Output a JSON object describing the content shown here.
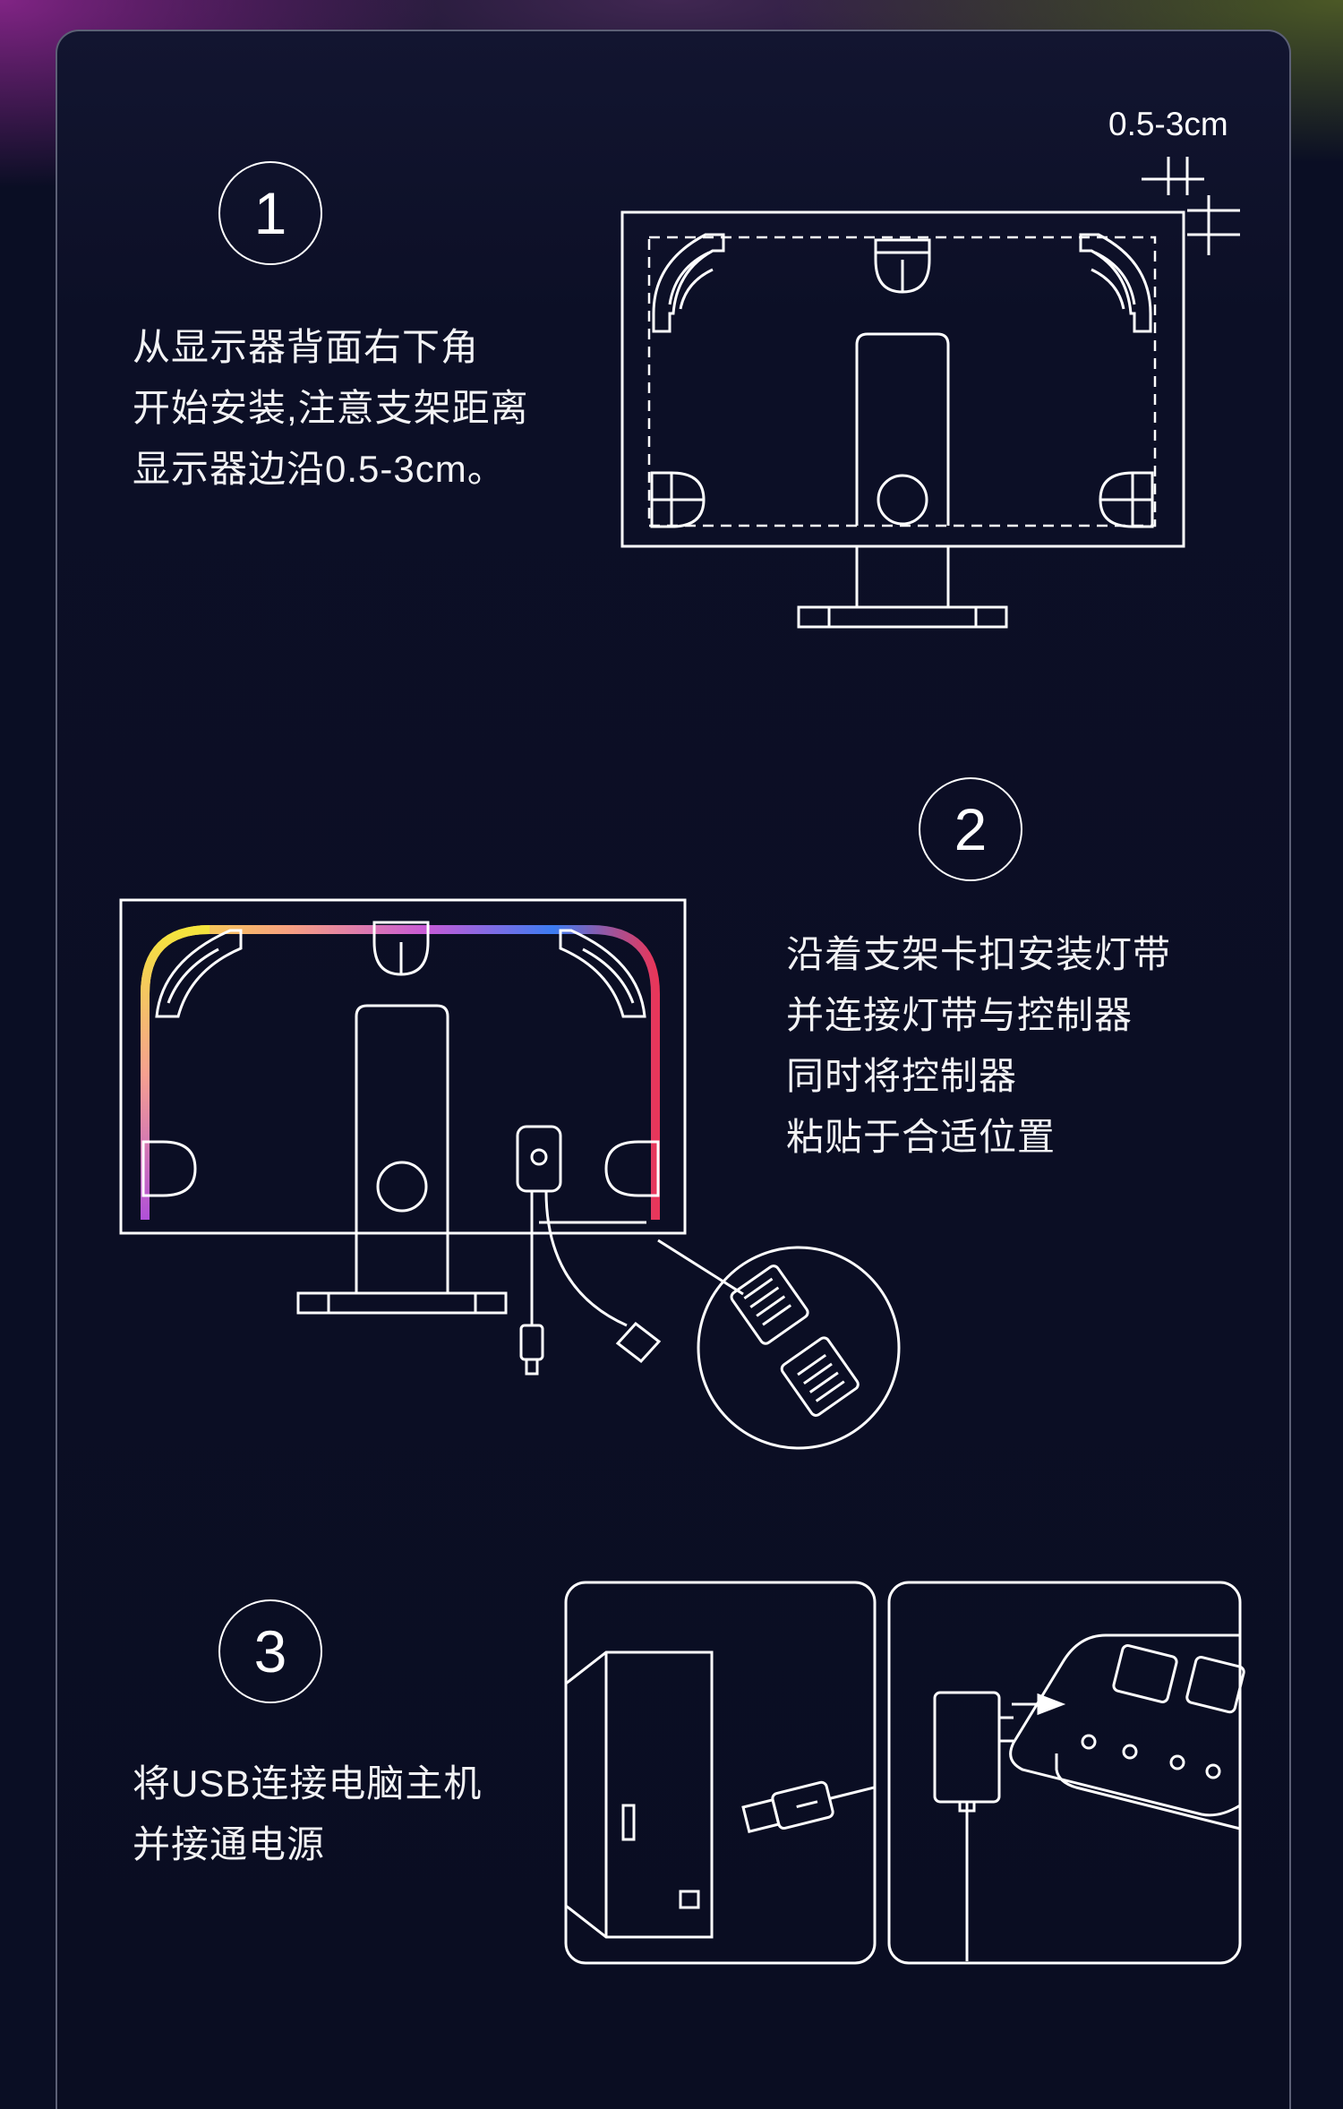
{
  "steps": [
    {
      "number": "1",
      "lines": [
        "从显示器背面右下角",
        "开始安装,注意支架距离",
        "显示器边沿0.5-3cm。"
      ],
      "dimension_label": "0.5-3cm"
    },
    {
      "number": "2",
      "lines": [
        "沿着支架卡扣安装灯带",
        "并连接灯带与控制器",
        "同时将控制器",
        "粘贴于合适位置"
      ]
    },
    {
      "number": "3",
      "lines": [
        "将USB连接电脑主机",
        "并接通电源"
      ]
    }
  ],
  "colors": {
    "background": "#0a0e24",
    "line_art": "#ffffff",
    "strip_gradient": [
      "#f2e03a",
      "#f08a8a",
      "#c05ad8",
      "#3a7af0",
      "#e8365a"
    ]
  }
}
